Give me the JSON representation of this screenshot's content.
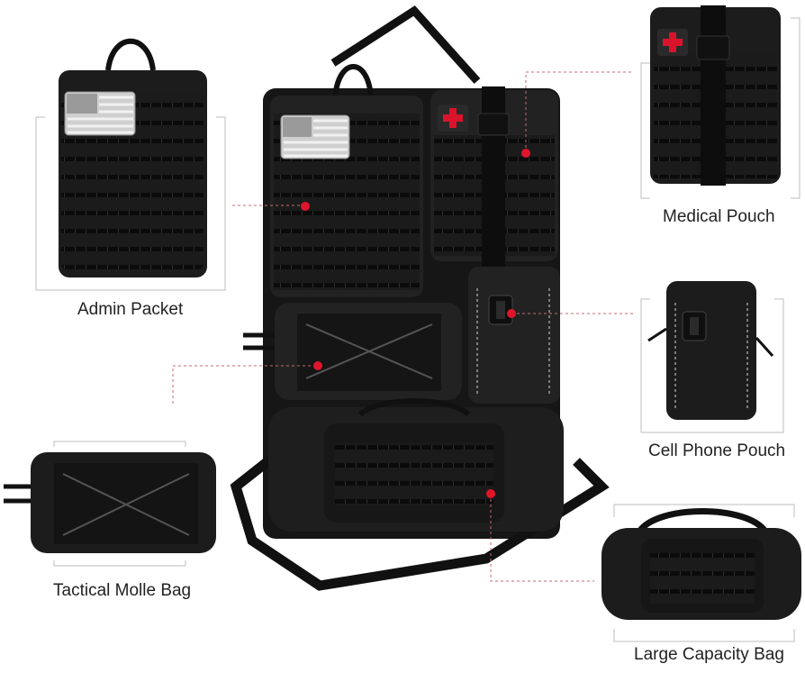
{
  "labels": {
    "admin_packet": "Admin Packet",
    "medical_pouch": "Medical Pouch",
    "cell_phone_pouch": "Cell Phone Pouch",
    "tactical_molle_bag": "Tactical Molle Bag",
    "large_capacity_bag": "Large Capacity Bag"
  },
  "colors": {
    "background": "#ffffff",
    "bag_fabric": "#1b1b1b",
    "webbing": "#0f0f0f",
    "callout_dot": "#e0152a",
    "medical_patch": "#d9142a",
    "flag_patch": "#cfcfcf"
  },
  "icons": {
    "flag_patch": "us-flag-patch-icon",
    "medical_cross": "medical-cross-icon",
    "buckle": "side-release-buckle-icon"
  }
}
